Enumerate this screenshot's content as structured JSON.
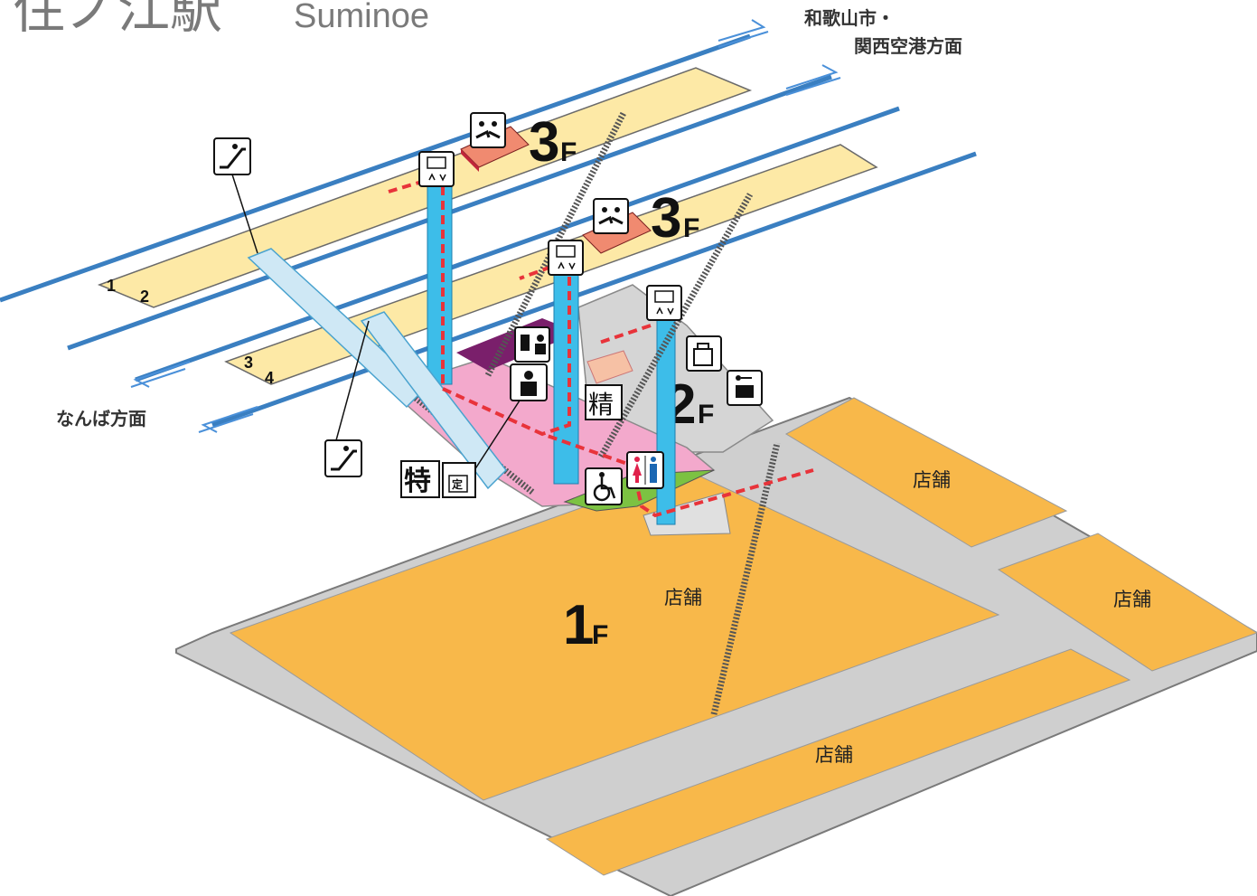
{
  "title": {
    "jp": "住ノ江駅",
    "en": "Suminoe"
  },
  "directions": {
    "north_line1": "和歌山市・",
    "north_line2": "関西空港方面",
    "south": "なんば方面"
  },
  "floors": {
    "f3_upper": {
      "num": "3",
      "unit": "F"
    },
    "f3_lower": {
      "num": "3",
      "unit": "F"
    },
    "f2": {
      "num": "2",
      "unit": "F"
    },
    "f1": {
      "num": "1",
      "unit": "F"
    }
  },
  "platforms": {
    "t1": "1",
    "t2": "2",
    "t3": "3",
    "t4": "4"
  },
  "shops": {
    "a": "店舗",
    "b": "店舗",
    "c": "店舗",
    "d": "店舗"
  },
  "signs": {
    "express": "特",
    "fare_adjust": "精",
    "commuter": "定"
  },
  "icons": [
    "waiting-room-icon",
    "elevator-icon",
    "escalator-icon",
    "ticket-machine-icon",
    "station-staff-icon",
    "wheelchair-icon",
    "restroom-icon",
    "shop-bag-icon",
    "coin-locker-icon"
  ],
  "colors": {
    "track": "#3a7fc1",
    "platform": "#fde9a6",
    "concourse_gray": "#cfcfcf",
    "ticket_hall_pink": "#f3a9cc",
    "purple_gate": "#7a1f6b",
    "shop_orange": "#f8b84a",
    "elevator_blue": "#3dbde9",
    "route_red": "#e8333a",
    "accessible_green": "#7cc242",
    "waiting_room": "#f08a70"
  }
}
